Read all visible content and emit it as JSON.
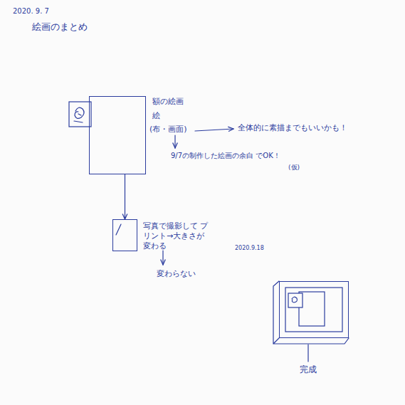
{
  "diagram": {
    "title": "絵画のまとめ",
    "nodes": [
      {
        "text": [
          "額の絵画",
          "絵",
          "(布・画面)"
        ]
      },
      {
        "text": [
          "写真で撮影して プリント→大きさが変わる"
        ]
      },
      {
        "text": [
          "完成"
        ]
      }
    ],
    "edges": [
      {
        "from": 0,
        "to": 1,
        "arrow": "to"
      }
    ],
    "labels": [
      "2020. 9. 7",
      "全体的に素描までもいいかも！",
      "9/7の制作した絵画の余白 でOK！",
      "(仮)",
      "2020.9.18",
      "変わらない"
    ]
  }
}
